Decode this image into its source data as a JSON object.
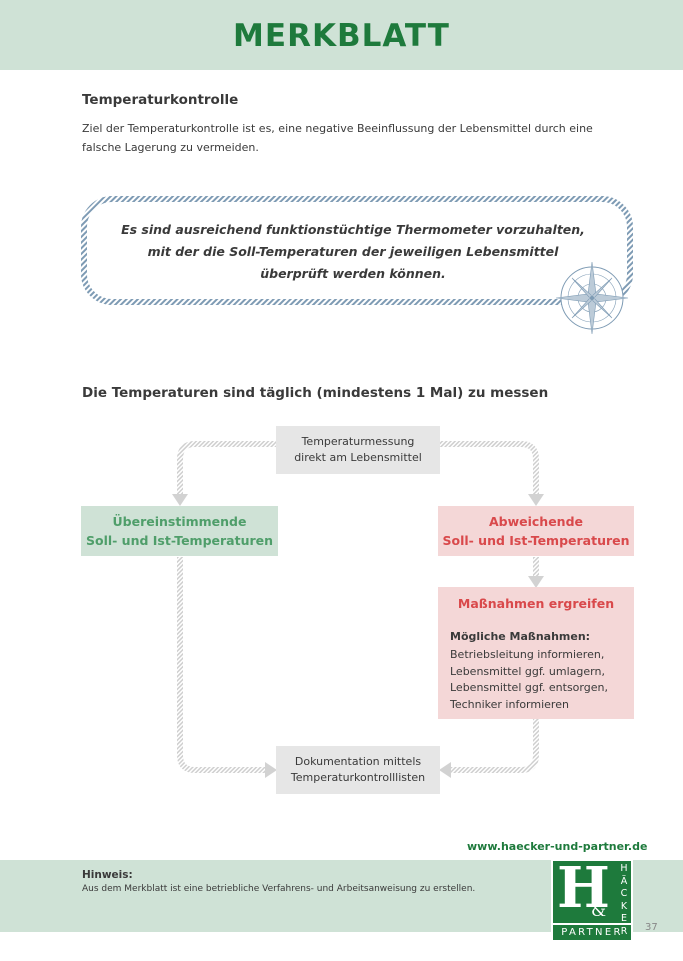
{
  "header": {
    "title": "MERKBLATT"
  },
  "section1": {
    "heading": "Temperaturkontrolle",
    "intro_line1": "Ziel der Temperaturkontrolle ist es, eine negative Beeinflussung der Lebensmittel durch eine",
    "intro_line2": "falsche Lagerung zu vermeiden."
  },
  "callout": {
    "line1": "Es sind ausreichend funktionstüchtige Thermometer vorzuhalten,",
    "line2": "mit der die Soll-Temperaturen der jeweiligen Lebensmittel",
    "line3": "überprüft werden können.",
    "decoration_icon": "compass-rose-icon"
  },
  "section2": {
    "heading": "Die Temperaturen sind täglich (mindestens 1 Mal) zu messen"
  },
  "flow": {
    "start": {
      "line1": "Temperaturmessung",
      "line2": "direkt am Lebensmittel"
    },
    "match": {
      "line1": "Übereinstimmende",
      "line2": "Soll- und Ist-Temperaturen"
    },
    "deviate": {
      "line1": "Abweichende",
      "line2": "Soll- und Ist-Temperaturen"
    },
    "measures": {
      "title": "Maßnahmen ergreifen",
      "subtitle": "Mögliche Maßnahmen:",
      "items": [
        "Betriebsleitung informieren,",
        "Lebensmittel ggf. umlagern,",
        "Lebensmittel ggf. entsorgen,",
        "Techniker informieren"
      ]
    },
    "end": {
      "line1": "Dokumentation mittels",
      "line2": "Temperaturkontrolllisten"
    }
  },
  "footer": {
    "url": "www.haecker-und-partner.de",
    "hint_title": "Hinweis:",
    "hint_text": "Aus dem Merkblatt ist eine betriebliche Verfahrens- und Arbeitsanweisung zu erstellen.",
    "logo": {
      "letter": "H",
      "amp": "&",
      "vertical": [
        "H",
        "Ä",
        "C",
        "K",
        "E",
        "R"
      ],
      "partner": "PARTNER"
    },
    "page_number": "37"
  },
  "colors": {
    "brand_green": "#1e7a3c",
    "light_green": "#cfe2d6",
    "match_green_text": "#4f9e6a",
    "alert_red": "#d9494b",
    "alert_bg": "#f4d7d7",
    "neutral_bg": "#e6e6e6",
    "frame_blue": "#7e9bb4"
  }
}
